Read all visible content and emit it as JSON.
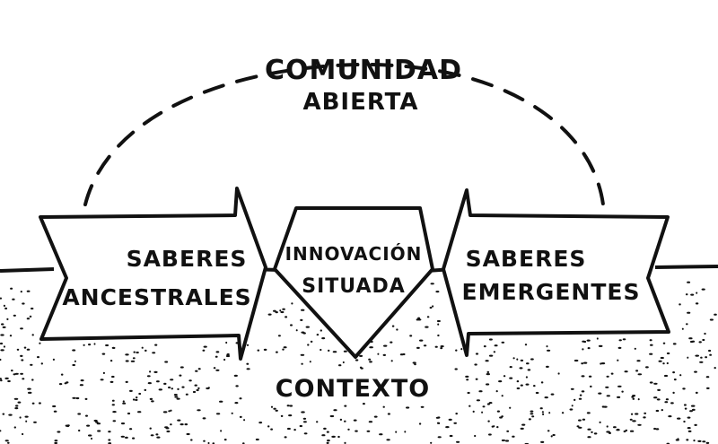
{
  "title_line1": "COMUNIDAD",
  "title_line2": "ABIERTA",
  "left_arrow": {
    "line1": "SABERES",
    "line2": "ANCESTRALES"
  },
  "center": {
    "line1": "INNOVACIÓN",
    "line2": "SITUADA"
  },
  "right_arrow": {
    "line1": "SABERES",
    "line2": "EMERGENTES"
  },
  "ground_label": "CONTEXTO",
  "colors": {
    "ink": "#111111",
    "paper": "#ffffff"
  }
}
